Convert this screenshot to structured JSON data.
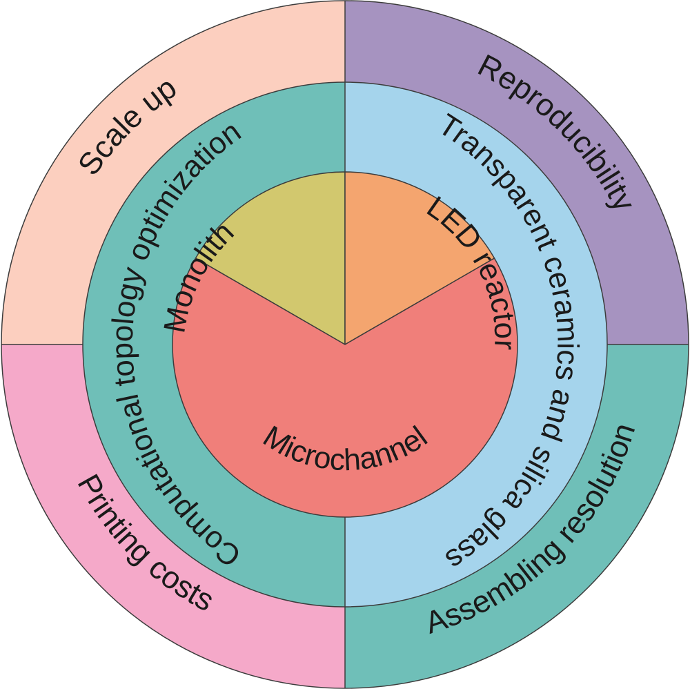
{
  "outer_ring": [
    {
      "label": "Scale up",
      "color": "#FCCFBF"
    },
    {
      "label": "Reproducibility",
      "color": "#A693C0"
    },
    {
      "label": "Assembling resolution",
      "color": "#6FBFB8"
    },
    {
      "label": "Printing costs",
      "color": "#F5A9C9"
    }
  ],
  "middle_ring": [
    {
      "label": "Computational topology optimization",
      "color": "#6FBFB8"
    },
    {
      "label": "Transparent ceramics and silica glass",
      "color": "#A5D4EC"
    }
  ],
  "inner_circle": [
    {
      "label": "Monolith",
      "color": "#D2C86E"
    },
    {
      "label": "LED reactor",
      "color": "#F4A56F"
    },
    {
      "label": "Microchannel",
      "color": "#F07F7A"
    }
  ],
  "stroke_color": "#3c3c3c"
}
